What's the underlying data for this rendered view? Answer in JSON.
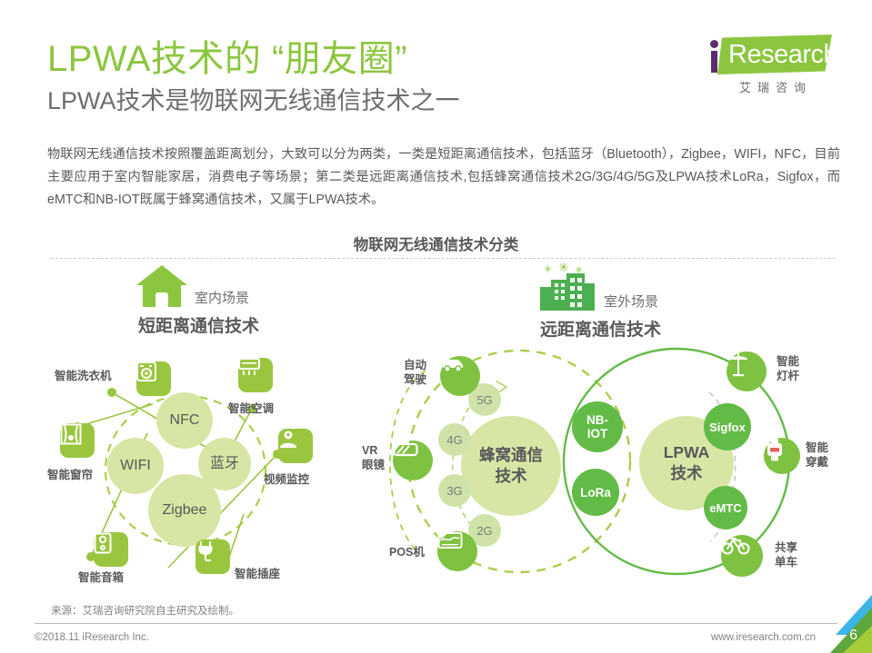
{
  "header": {
    "title": "LPWA技术的 “朋友圈”",
    "subtitle": "LPWA技术是物联网无线通信技术之一",
    "paragraph": "物联网无线通信技术按照覆盖距离划分，大致可以分为两类，一类是短距离通信技术，包括蓝牙（Bluetooth），Zigbee，WIFI，NFC，目前主要应用于室内智能家居，消费电子等场景；第二类是远距离通信技术,包括蜂窝通信技术2G/3G/4G/5G及LPWA技术LoRa，Sigfox，而eMTC和NB-IOT既属于蜂窝通信技术，又属于LPWA技术。"
  },
  "logo": {
    "word": "Research",
    "chinese": "艾瑞咨询"
  },
  "chart_title": "物联网无线通信技术分类",
  "sections": {
    "indoor": {
      "scene": "室内场景",
      "headline": "短距离通信技术",
      "icon": "house-icon"
    },
    "outdoor": {
      "scene": "室外场景",
      "headline": "远距离通信技术",
      "icon": "buildings-icon"
    }
  },
  "chart_data": {
    "type": "diagram",
    "title": "物联网无线通信技术分类",
    "groups": [
      {
        "name": "短距离通信技术",
        "scene": "室内场景",
        "core_technologies": [
          "NFC",
          "WIFI",
          "蓝牙",
          "Zigbee"
        ],
        "devices": [
          "智能洗衣机",
          "智能空调",
          "智能窗帘",
          "视频监控",
          "智能音箱",
          "智能插座"
        ]
      },
      {
        "name": "远距离通信技术",
        "scene": "室外场景",
        "cellular": {
          "label": "蜂窝通信技术",
          "generations": [
            "5G",
            "4G",
            "3G",
            "2G"
          ]
        },
        "lpwa": {
          "label": "LPWA技术"
        },
        "overlap_technologies": [
          "NB-IOT",
          "LoRa"
        ],
        "lpwa_only_technologies": [
          "Sigfox",
          "eMTC"
        ],
        "devices_left": [
          "自动驾驶",
          "VR眼镜",
          "POS机"
        ],
        "devices_right": [
          "智能灯杆",
          "智能穿戴",
          "共享单车"
        ]
      }
    ]
  },
  "discs": {
    "nfc": "NFC",
    "wifi": "WIFI",
    "bluetooth": "蓝牙",
    "zigbee": "Zigbee",
    "cellular": "蜂窝通信\n技术",
    "cellular_l1": "蜂窝通信",
    "cellular_l2": "技术",
    "lpwa_l1": "LPWA",
    "lpwa_l2": "技术"
  },
  "badges": {
    "nbiot_l1": "NB-",
    "nbiot_l2": "IOT",
    "lora": "LoRa",
    "sigfox": "Sigfox",
    "emtc": "eMTC"
  },
  "generations": [
    "5G",
    "4G",
    "3G",
    "2G"
  ],
  "labels": {
    "washer": "智能洗衣机",
    "aircon": "智能空调",
    "curtain": "智能窗帘",
    "camera": "视频监控",
    "speaker": "智能音箱",
    "socket": "智能插座",
    "autodrive_l1": "自动",
    "autodrive_l2": "驾驶",
    "vr_l1": "VR",
    "vr_l2": "眼镜",
    "pos": "POS机",
    "lamp_l1": "智能",
    "lamp_l2": "灯杆",
    "wear_l1": "智能",
    "wear_l2": "穿戴",
    "bike_l1": "共享",
    "bike_l2": "单车"
  },
  "footer": {
    "source": "来源：艾瑞咨询研究院自主研究及绘制。",
    "copyright": "©2018.11 iResearch Inc.",
    "site": "www.iresearch.com.cn",
    "page": "6"
  },
  "colors": {
    "brand_green": "#8cc63f",
    "deep_green": "#62bb46",
    "pale_green": "#d7e6a4",
    "text_gray": "#58595b",
    "accent_blue": "#3cb4e5"
  }
}
